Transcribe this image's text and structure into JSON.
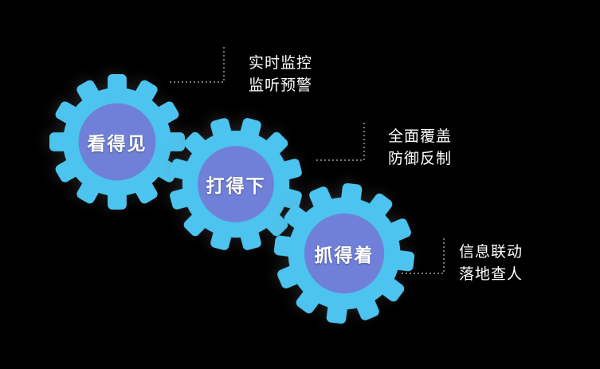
{
  "diagram": {
    "colors": {
      "background": "#000000",
      "gear": "#4cc4ef",
      "gear_inner": "#7080d8",
      "gear_label": "#ffffff",
      "connector": "#c0c0c0",
      "callout_text": "#ffffff"
    },
    "gears": [
      {
        "label": "看得见"
      },
      {
        "label": "打得下"
      },
      {
        "label": "抓得着"
      }
    ],
    "callouts": [
      {
        "line1": "实时监控",
        "line2": "监听预警"
      },
      {
        "line1": "全面覆盖",
        "line2": "防御反制"
      },
      {
        "line1": "信息联动",
        "line2": "落地查人"
      }
    ]
  }
}
